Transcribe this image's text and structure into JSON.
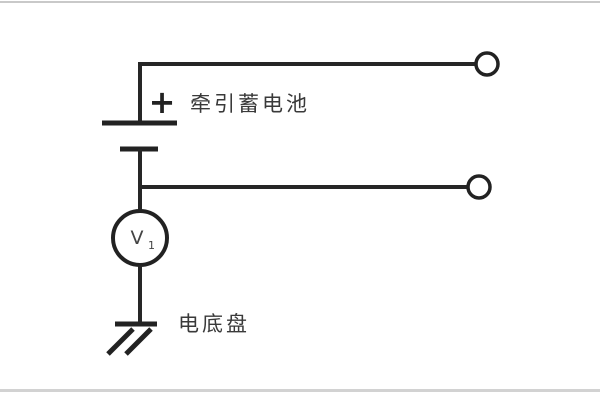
{
  "canvas": {
    "background": "#ffffff",
    "top_border_color": "#c9c9c9",
    "bottom_border_color": "#d2d2d2"
  },
  "colors": {
    "schematic_stroke": "#222222",
    "label_text": "#3a3a3a"
  },
  "labels": {
    "battery": "牵引蓄电池",
    "battery_polarity": "+",
    "voltmeter_symbol": "V",
    "voltmeter_subscript": "1",
    "chassis_ground": "电底盘"
  }
}
